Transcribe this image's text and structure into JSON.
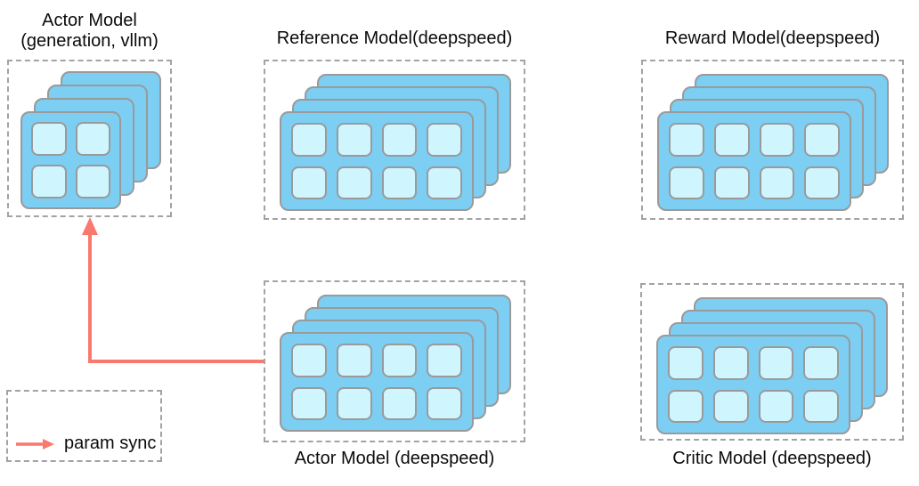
{
  "nodes": {
    "actor_vllm": {
      "label_line1": "Actor Model",
      "label_line2": "(generation, vllm)",
      "stack": "small"
    },
    "reference": {
      "label": "Reference Model(deepspeed)",
      "stack": "wide"
    },
    "reward": {
      "label": "Reward Model(deepspeed)",
      "stack": "wide"
    },
    "actor_ds": {
      "label": "Actor Model (deepspeed)",
      "stack": "wide"
    },
    "critic": {
      "label": "Critic Model (deepspeed)",
      "stack": "wide"
    }
  },
  "stacks": {
    "small": {
      "cards": 4,
      "grid_cols": 2,
      "grid_rows": 2
    },
    "wide": {
      "cards": 4,
      "grid_cols": 4,
      "grid_rows": 2
    }
  },
  "edges": [
    {
      "from": "Actor Model (deepspeed)",
      "to": "Actor Model (generation, vllm)",
      "label": "param sync"
    }
  ],
  "legend": {
    "label": "param sync"
  },
  "colors": {
    "card_fill": "#7ccef3",
    "cell_fill": "#cff6fe",
    "card_border": "#9a9a9a",
    "box_border": "#a3a3a3",
    "arrow": "#f9796f",
    "text": "#0b0b0b"
  }
}
